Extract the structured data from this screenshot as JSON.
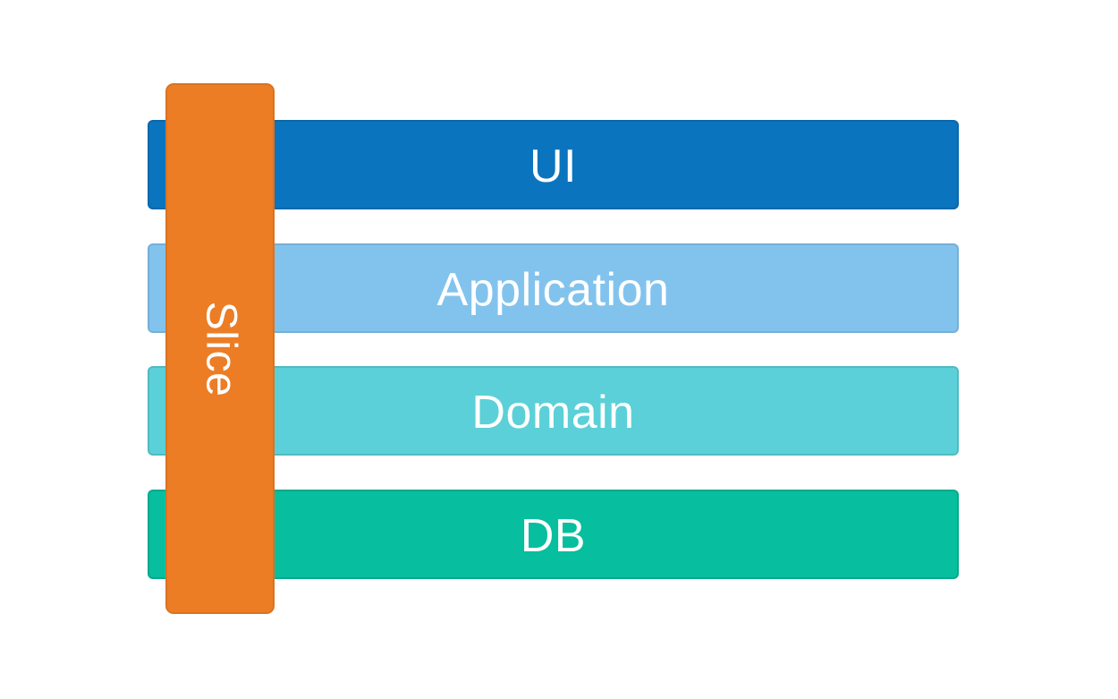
{
  "diagram": {
    "title": "layered-architecture-with-vertical-slice",
    "background_color": "#ffffff",
    "text_color": "#ffffff",
    "layers": [
      {
        "label": "UI",
        "color": "#0b74be"
      },
      {
        "label": "Application",
        "color": "#82c3ee"
      },
      {
        "label": "Domain",
        "color": "#5bd0d8"
      },
      {
        "label": "DB",
        "color": "#07be9e"
      }
    ],
    "slice": {
      "label": "Slice",
      "color": "#ec7d25",
      "orientation": "vertical"
    }
  }
}
